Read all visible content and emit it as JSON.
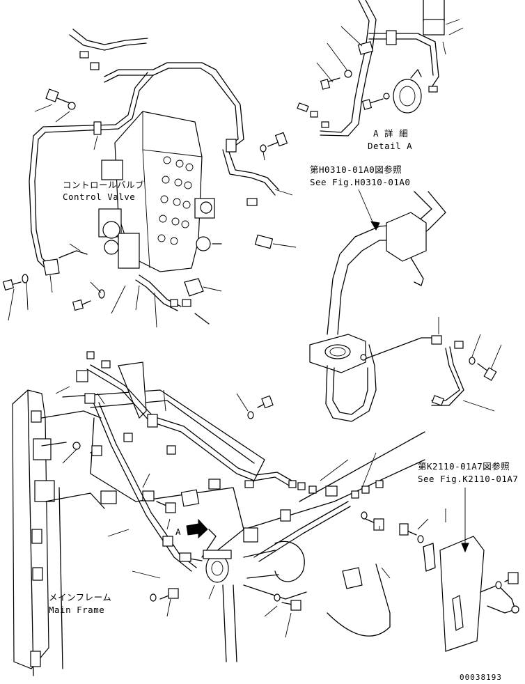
{
  "labels": {
    "detail_a_jp": "A 詳 細",
    "detail_a_en": "Detail A",
    "control_valve_jp": "コントロールバルブ",
    "control_valve_en": "Control Valve",
    "ref1_jp": "第H0310-01A0図参照",
    "ref1_en": "See Fig.H0310-01A0",
    "ref2_jp": "第K2110-01A7図参照",
    "ref2_en": "See Fig.K2110-01A7",
    "main_frame_jp": "メインフレーム",
    "main_frame_en": "Main Frame",
    "view_marker": "A",
    "drawing_number": "00038193"
  }
}
